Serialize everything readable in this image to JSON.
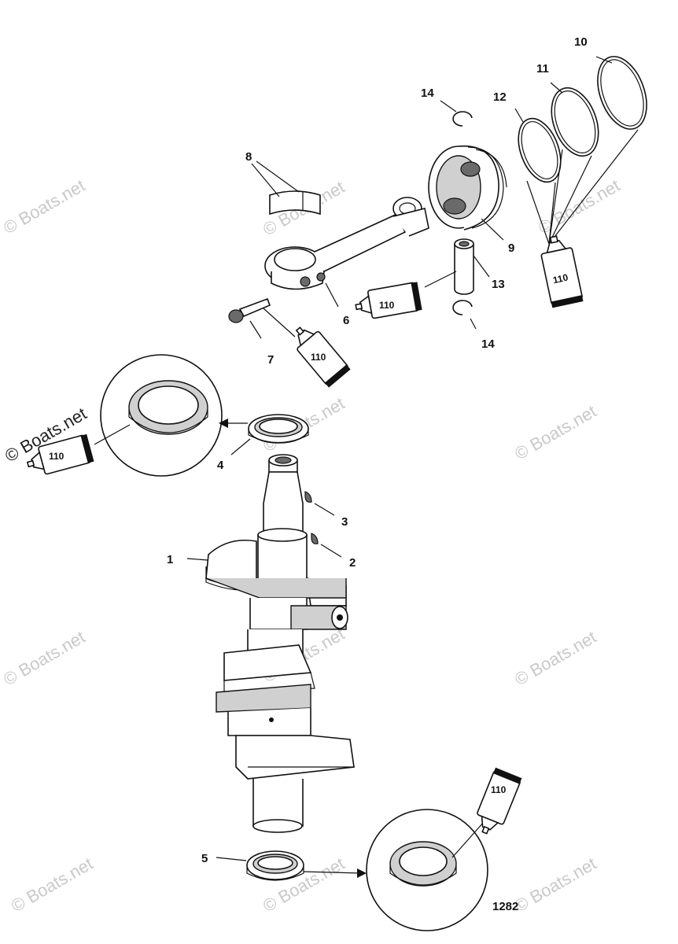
{
  "diagram": {
    "callouts": {
      "p1": "1",
      "p2": "2",
      "p3": "3",
      "p4": "4",
      "p5": "5",
      "p6": "6",
      "p7": "7",
      "p8": "8",
      "p9": "9",
      "p10": "10",
      "p11": "11",
      "p12": "12",
      "p13": "13",
      "p14a": "14",
      "p14b": "14"
    },
    "sealant_code": "110",
    "figure_id": "1282",
    "watermark": "© Boats.net"
  }
}
